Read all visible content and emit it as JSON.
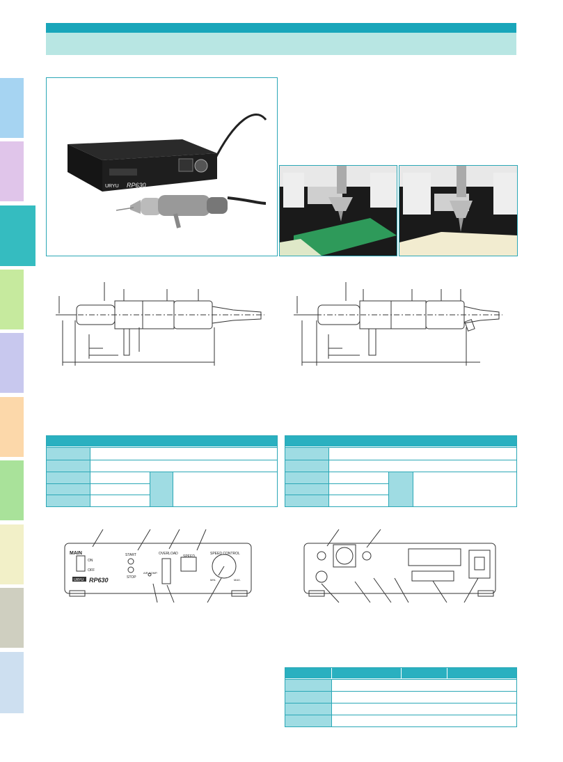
{
  "header": {
    "bar_color": "#19a6ba",
    "band_color": "#b8e6e3"
  },
  "side_tabs": {
    "colors": [
      "#a6d4f2",
      "#e0c5ea",
      "#35bcc0",
      "#c6ea9e",
      "#c8c8ee",
      "#fcd8aa",
      "#a9e29a",
      "#f2f0c8",
      "#cfcfc0",
      "#cddff0"
    ]
  },
  "product": {
    "logo_text": "URYU",
    "model_text": "RP630"
  },
  "front_panel": {
    "main": "MAIN",
    "on": "ON",
    "off": "OFF",
    "start": "START",
    "stop": "STOP",
    "overload": "OVERLOAD",
    "air_comp": "AIR COMP.",
    "speed": "SPEED",
    "speed_control": "SPEED CONTROL",
    "min": "MIN.",
    "max": "MAX.",
    "logo": "URYU",
    "model": "RP630"
  },
  "tables": {
    "accent": "#2ab0c0",
    "label_fill": "#9fdce3"
  }
}
